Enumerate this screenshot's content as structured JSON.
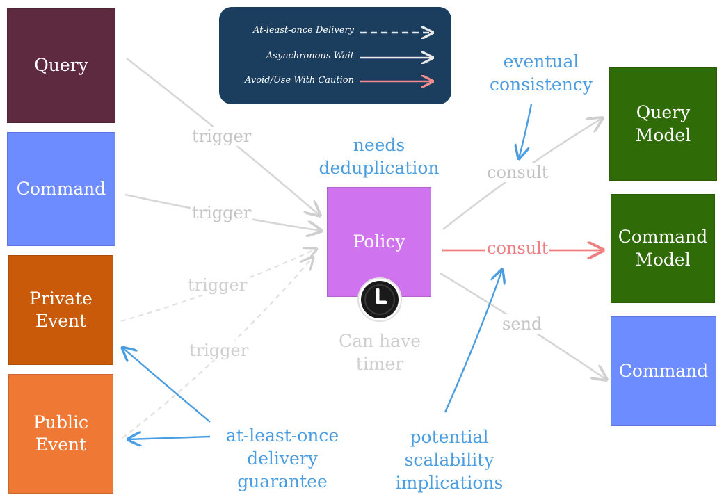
{
  "legend": {
    "items": [
      {
        "label": "At-least-once Delivery",
        "style": "dashed",
        "color": "#e9e9e9"
      },
      {
        "label": "Asynchronous Wait",
        "style": "solid",
        "color": "#e9e9e9"
      },
      {
        "label": "Avoid/Use With Caution",
        "style": "solid",
        "color": "#f08c8c"
      }
    ],
    "background": "#1b3d5e"
  },
  "boxes": {
    "query": {
      "label": "Query",
      "color": "#5e2a40"
    },
    "command_left": {
      "label": "Command",
      "color": "#6d8cff"
    },
    "private_event": {
      "label": "Private\nEvent",
      "color": "#c95a0a"
    },
    "public_event": {
      "label": "Public\nEvent",
      "color": "#ef7835"
    },
    "policy": {
      "label": "Policy",
      "color": "#d073ef"
    },
    "query_model": {
      "label": "Query\nModel",
      "color": "#2f6b07"
    },
    "command_model": {
      "label": "Command\nModel",
      "color": "#2f6b07"
    },
    "command_right": {
      "label": "Command",
      "color": "#6d8cff"
    }
  },
  "edge_labels": {
    "trigger_query": "trigger",
    "trigger_command": "trigger",
    "trigger_private": "trigger",
    "trigger_public": "trigger",
    "consult_query_model": "consult",
    "consult_command_model": "consult",
    "send_command": "send"
  },
  "notes": {
    "needs_deduplication": "needs\ndeduplication",
    "can_have_timer": "Can have\ntimer",
    "eventual_consistency": "eventual\nconsistency",
    "at_least_once": "at-least-once\ndelivery\nguarantee",
    "scalability": "potential\nscalability\nimplications"
  },
  "timer_icon": "clock-icon",
  "colors": {
    "light_gray": "#d6d6d6",
    "label_gray": "#c4c4c4",
    "caution_red": "#f08080",
    "annotation_blue": "#4a9de0"
  }
}
